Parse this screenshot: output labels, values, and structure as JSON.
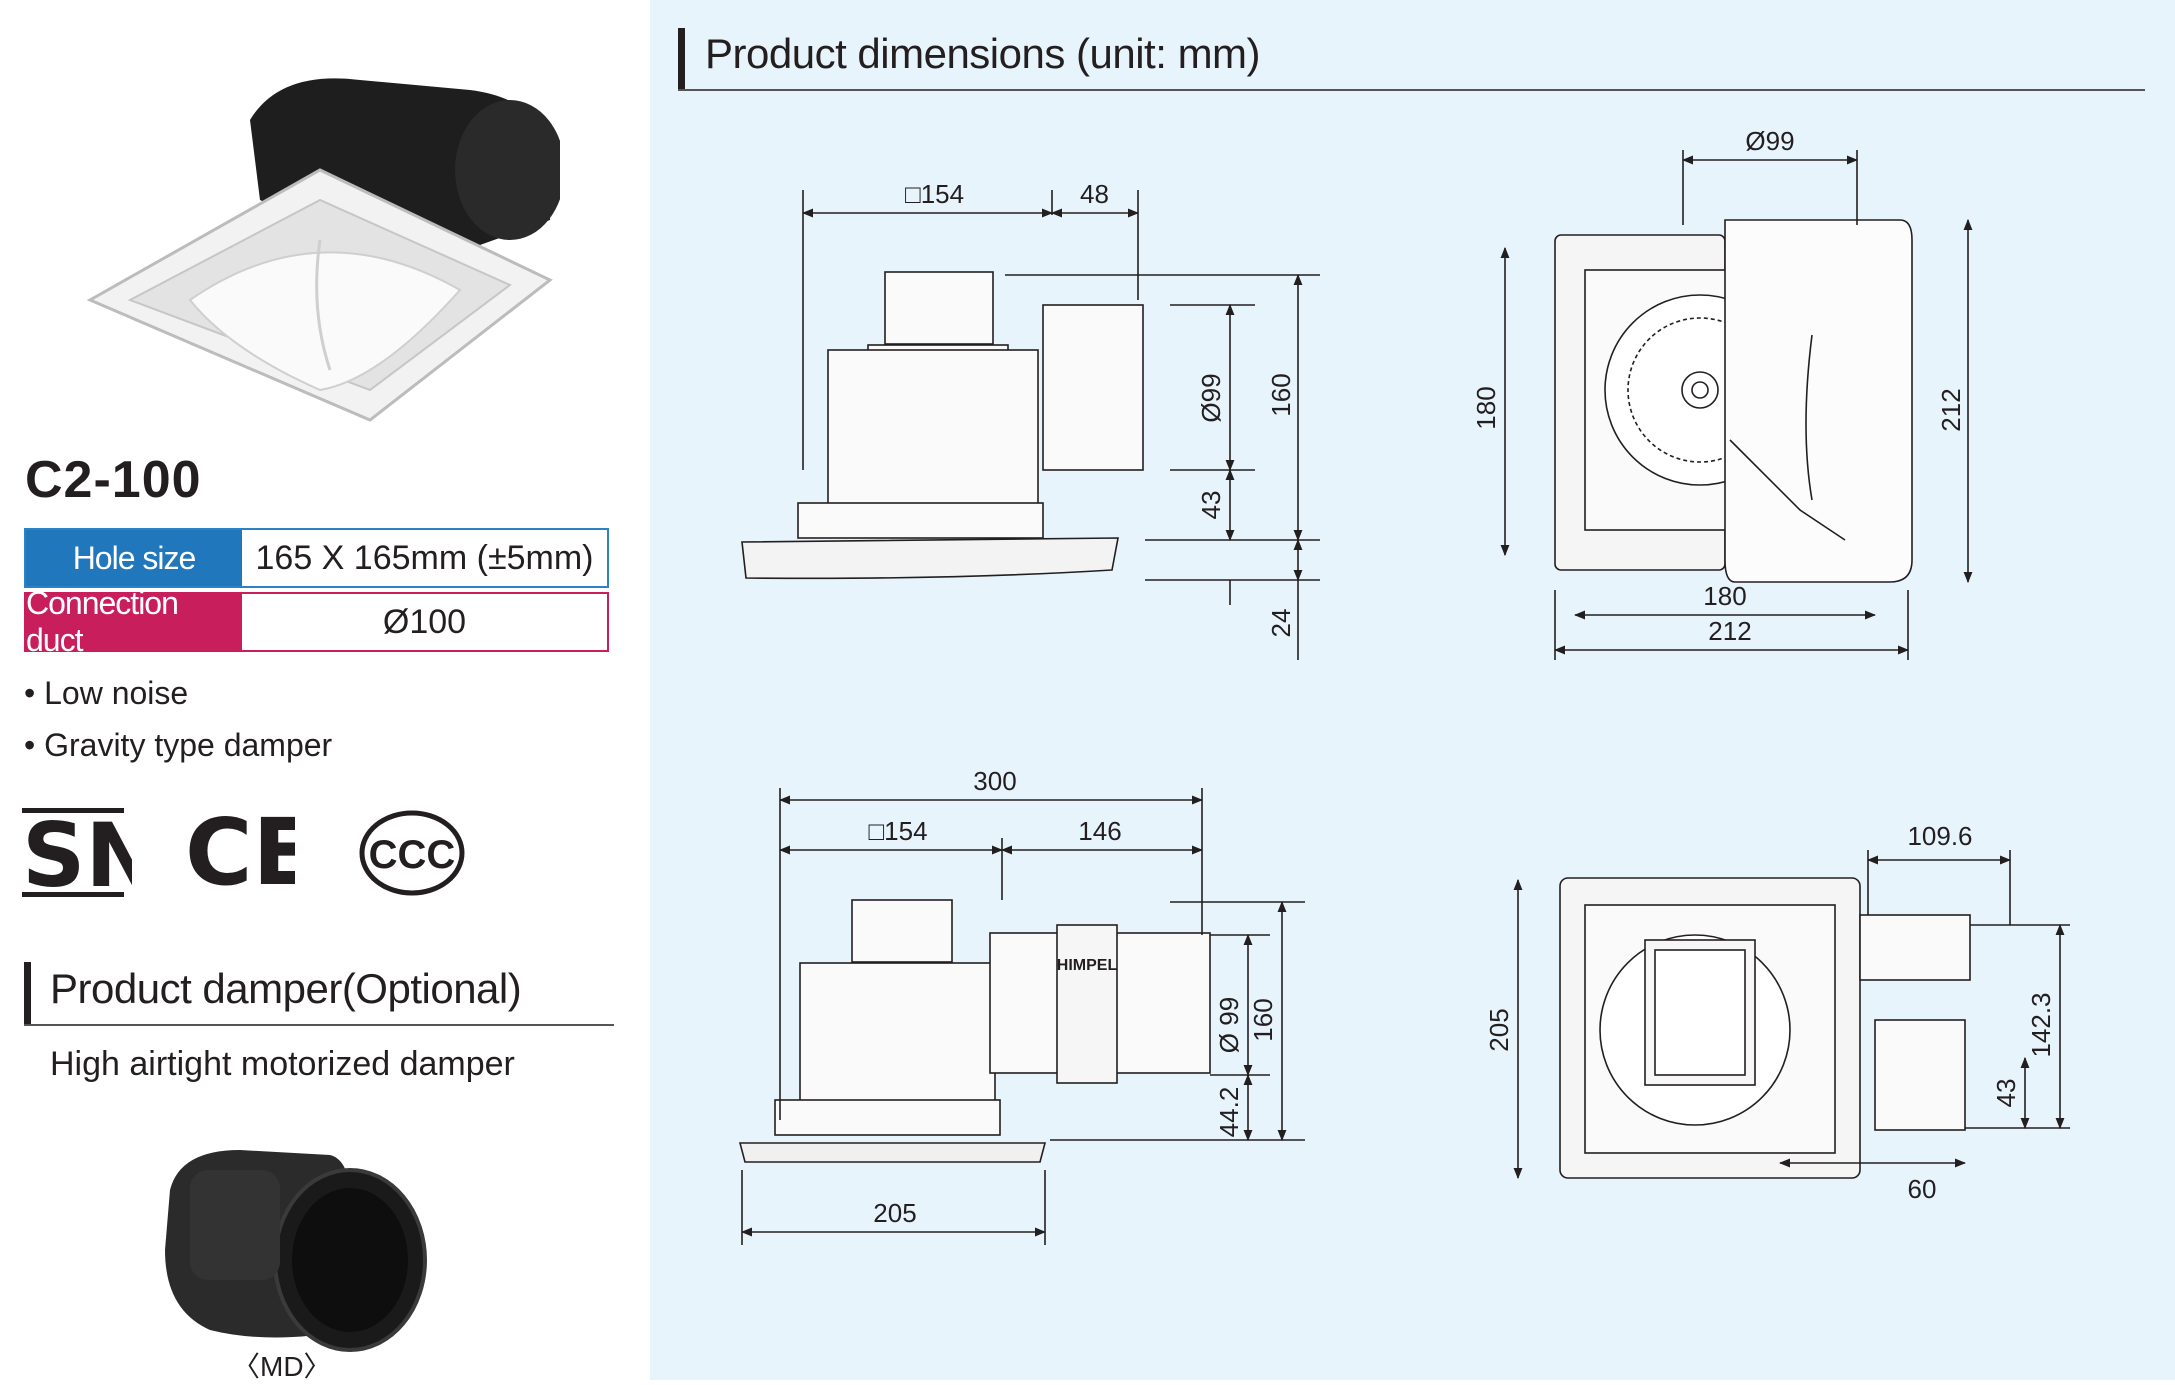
{
  "product": {
    "model": "C2-100",
    "specs": [
      {
        "label": "Hole size",
        "value": "165 X 165mm (±5mm)"
      },
      {
        "label": "Connection duct",
        "value": "Ø100"
      }
    ],
    "features": [
      "• Low noise",
      "• Gravity type damper"
    ],
    "certifications": [
      "SNI",
      "CE",
      "CCC"
    ]
  },
  "damper": {
    "title": "Product damper(Optional)",
    "description": "High airtight motorized damper",
    "caption": "〈MD〉"
  },
  "dimensions": {
    "title": "Product dimensions (unit: mm)",
    "side_view": {
      "d_square": "□154",
      "d_48": "48",
      "d_dia": "Ø99",
      "d_160": "160",
      "d_43": "43",
      "d_24": "24"
    },
    "top_view": {
      "d_dia": "Ø99",
      "d_180v": "180",
      "d_212v": "212",
      "d_180h": "180",
      "d_212h": "212"
    },
    "front_view": {
      "d_300": "300",
      "d_sq154": "□154",
      "d_146": "146",
      "d_dia": "Ø 99",
      "d_160": "160",
      "d_442": "44.2",
      "d_205": "205",
      "brand": "HIMPEL"
    },
    "bottom_view": {
      "d_1096": "109.6",
      "d_205": "205",
      "d_1423": "142.3",
      "d_43": "43",
      "d_60": "60"
    }
  }
}
